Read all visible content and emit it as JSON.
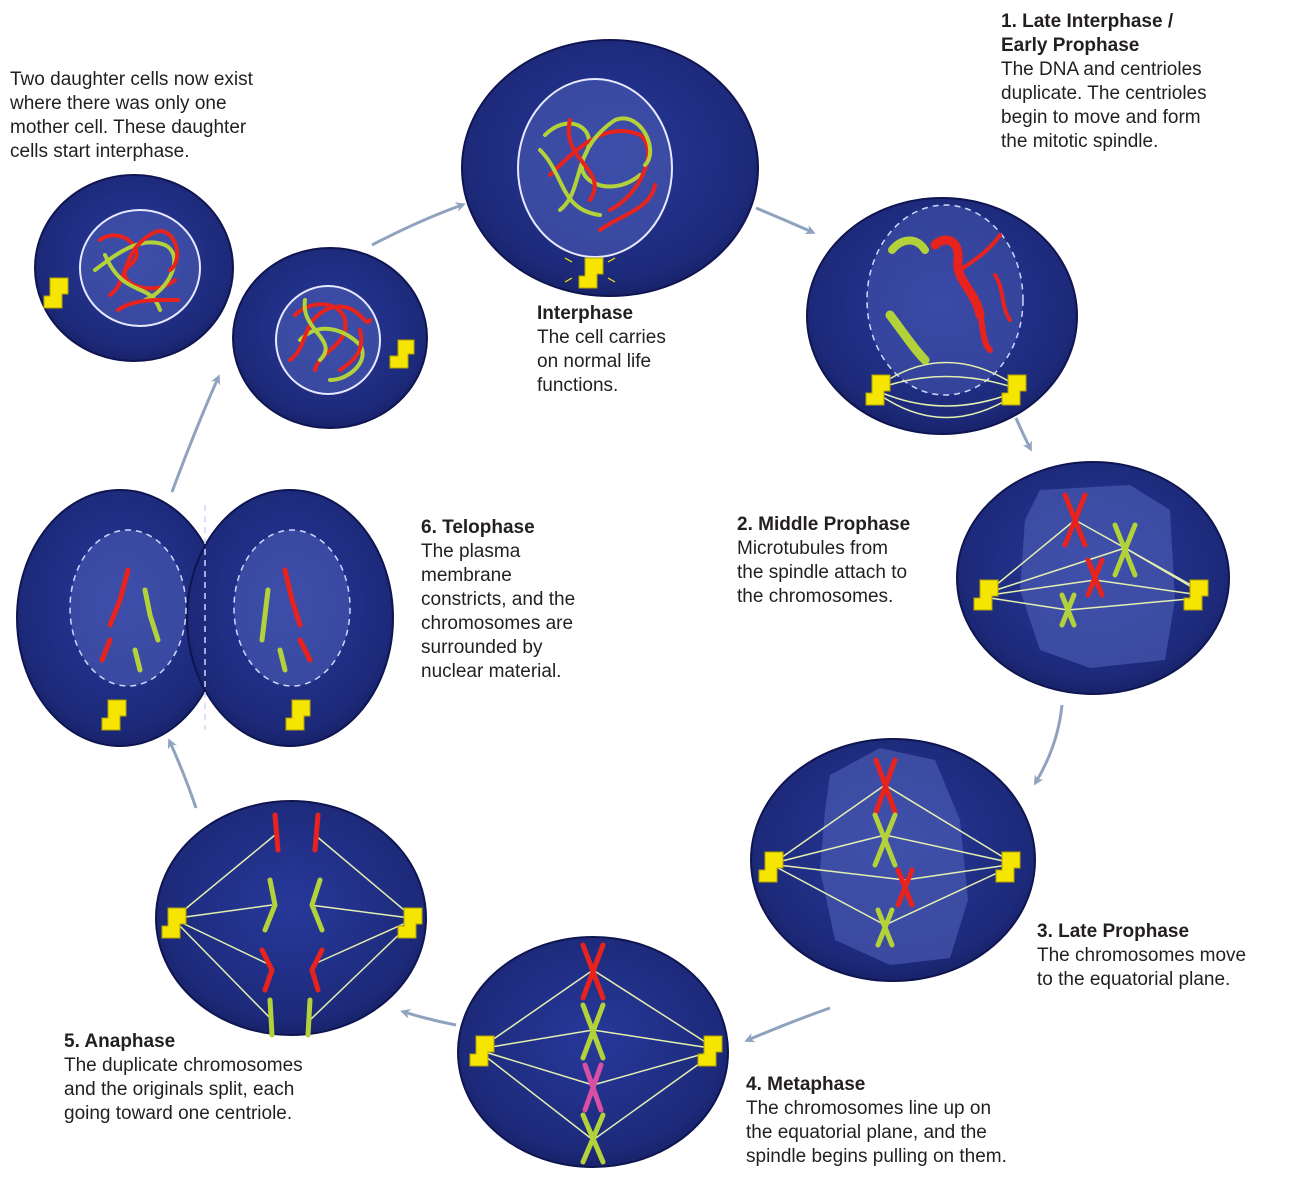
{
  "colors": {
    "cell": "#1d2a7a",
    "cell_edge": "#0f1550",
    "nucleus": "#5060b8",
    "membrane_line": "#cfd4f2",
    "spindle": "#e4efb0",
    "centriole": "#f5e500",
    "chromosome_red": "#e8231e",
    "chromosome_green": "#b3d23a",
    "chromosome_pink": "#d84fa4",
    "arrow": "#8fa3bf",
    "text": "#231f20"
  },
  "icons": [
    "centriole-icon",
    "cycle-arrow-icon"
  ],
  "stages": {
    "daughters": {
      "lines": [
        "Two daughter cells now exist",
        "where there was only one",
        "mother cell. These daughter",
        "cells start interphase."
      ]
    },
    "interphase": {
      "title": "Interphase",
      "lines": [
        "The cell carries",
        "on normal life",
        "functions."
      ]
    },
    "late_interphase": {
      "title_lines": [
        "1. Late Interphase /",
        "Early Prophase"
      ],
      "lines": [
        "The DNA and centrioles",
        "duplicate.  The centrioles",
        "begin to move and form",
        "the mitotic spindle."
      ]
    },
    "middle_prophase": {
      "title": "2. Middle Prophase",
      "lines": [
        "Microtubules from",
        "the spindle attach to",
        "the chromosomes."
      ]
    },
    "late_prophase": {
      "title": "3. Late Prophase",
      "lines": [
        "The chromosomes move",
        "to the equatorial plane."
      ]
    },
    "metaphase": {
      "title": "4. Metaphase",
      "lines": [
        "The chromosomes line up on",
        "the equatorial plane, and the",
        "spindle begins pulling on them."
      ]
    },
    "anaphase": {
      "title": "5. Anaphase",
      "lines": [
        "The duplicate chromosomes",
        "and the originals split, each",
        "going toward one centriole."
      ]
    },
    "telophase": {
      "title": "6. Telophase",
      "lines": [
        "The plasma",
        "membrane",
        "constricts, and the",
        "chromosomes are",
        "surrounded by",
        "nuclear material."
      ]
    }
  }
}
